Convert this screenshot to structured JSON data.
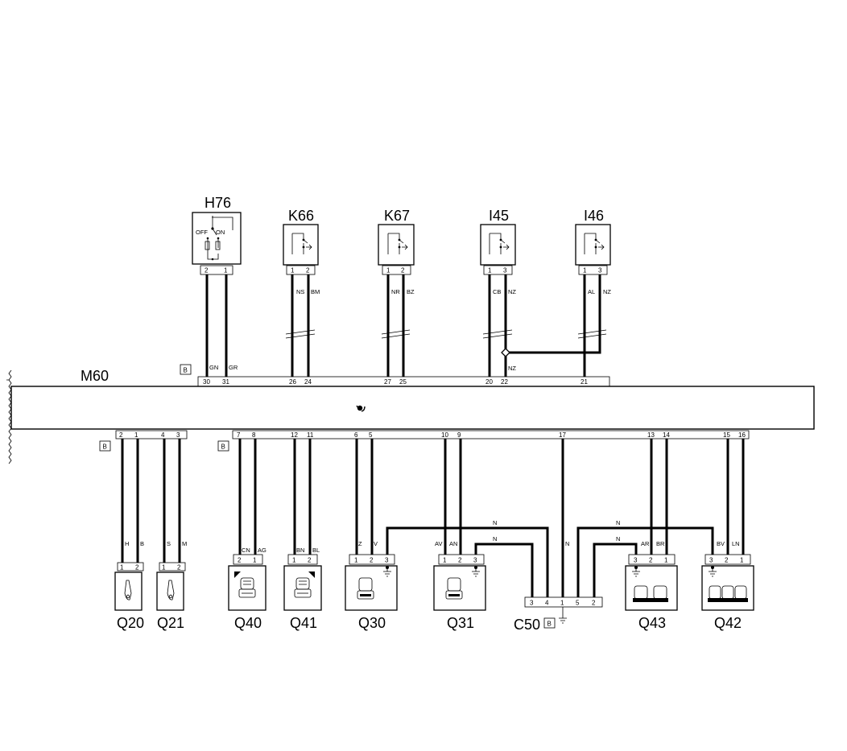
{
  "module": {
    "name": "M60",
    "top_connector_tag": "B"
  },
  "top_components": [
    {
      "id": "H76",
      "pins": [
        "2",
        "1"
      ],
      "wires": [
        "GN",
        "GR"
      ],
      "module_pins": [
        "30",
        "31"
      ],
      "symbol": "switch-off-on",
      "switch_labels": [
        "OFF",
        "ON"
      ]
    },
    {
      "id": "K66",
      "pins": [
        "1",
        "2"
      ],
      "wires": [
        "NS",
        "BM"
      ],
      "module_pins": [
        "26",
        "24"
      ],
      "symbol": "pushbutton"
    },
    {
      "id": "K67",
      "pins": [
        "1",
        "2"
      ],
      "wires": [
        "NR",
        "BZ"
      ],
      "module_pins": [
        "27",
        "25"
      ],
      "symbol": "pushbutton"
    },
    {
      "id": "I45",
      "pins": [
        "1",
        "3"
      ],
      "wires": [
        "CB",
        "NZ"
      ],
      "module_pins": [
        "20",
        "22"
      ],
      "symbol": "pushbutton"
    },
    {
      "id": "I46",
      "pins": [
        "1",
        "3"
      ],
      "wires": [
        "AL",
        "NZ"
      ],
      "module_pins": [
        "21"
      ],
      "symbol": "pushbutton"
    }
  ],
  "splice_wire": "NZ",
  "bottom_groups": [
    {
      "tag": "B",
      "pins": [
        "2",
        "1",
        "4",
        "3"
      ]
    },
    {
      "tag": "B",
      "pins": [
        "7",
        "8",
        "12",
        "11",
        "6",
        "5",
        "10",
        "9",
        "17",
        "13",
        "14",
        "15",
        "16"
      ]
    }
  ],
  "bottom_components": [
    {
      "id": "Q20",
      "pins": [
        "1",
        "2"
      ],
      "wires": [
        "H",
        "B"
      ],
      "symbol": "belt-sensor"
    },
    {
      "id": "Q21",
      "pins": [
        "1",
        "2"
      ],
      "wires": [
        "S",
        "M"
      ],
      "symbol": "belt-sensor"
    },
    {
      "id": "Q40",
      "pins": [
        "2",
        "1"
      ],
      "wires": [
        "CN",
        "AG"
      ],
      "symbol": "seat-sensor"
    },
    {
      "id": "Q41",
      "pins": [
        "1",
        "2"
      ],
      "wires": [
        "BN",
        "BL"
      ],
      "symbol": "seat-sensor"
    },
    {
      "id": "Q30",
      "pins": [
        "1",
        "2",
        "3"
      ],
      "wires": [
        "Z",
        "V",
        "N"
      ],
      "symbol": "seat-ground"
    },
    {
      "id": "Q31",
      "pins": [
        "1",
        "2",
        "3"
      ],
      "wires": [
        "AV",
        "AN",
        "N"
      ],
      "symbol": "seat-ground"
    },
    {
      "id": "Q43",
      "pins": [
        "3",
        "2",
        "1"
      ],
      "wires": [
        "N",
        "AR",
        "BR"
      ],
      "symbol": "double-seat"
    },
    {
      "id": "Q42",
      "pins": [
        "3",
        "2",
        "1"
      ],
      "wires": [
        "N",
        "BV",
        "LN"
      ],
      "symbol": "double-seat"
    }
  ],
  "ground_connector": {
    "id": "C50",
    "tag": "B",
    "pins": [
      "3",
      "4",
      "1",
      "5",
      "2"
    ],
    "wire": "N"
  }
}
